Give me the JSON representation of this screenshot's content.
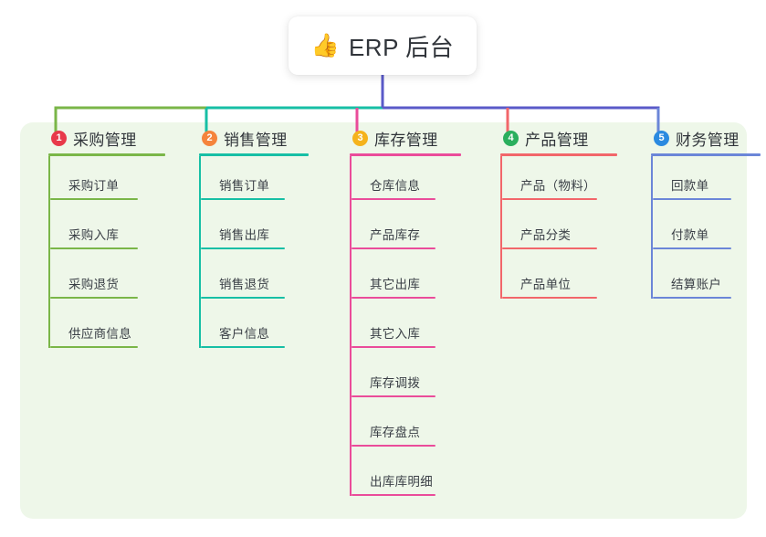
{
  "root": {
    "icon": "thumbs-up-icon",
    "emoji": "👍",
    "label": "ERP 后台"
  },
  "palette": {
    "panel_background": "#eef7e9",
    "page_background": "#ffffff",
    "text": "#30343a",
    "root_connector": "#5a5ac8",
    "trunk_green": "#7ab648",
    "trunk_teal": "#17bfa5",
    "trunk_blue": "#5a5ac8"
  },
  "columns": [
    {
      "index": "1",
      "badge_color": "#e8394a",
      "line_color": "#7ab648",
      "title": "采购管理",
      "items": [
        {
          "label": "采购订单"
        },
        {
          "label": "采购入库"
        },
        {
          "label": "采购退货"
        },
        {
          "label": "供应商信息"
        }
      ]
    },
    {
      "index": "2",
      "badge_color": "#f5843c",
      "line_color": "#17bfa5",
      "title": "销售管理",
      "items": [
        {
          "label": "销售订单"
        },
        {
          "label": "销售出库"
        },
        {
          "label": "销售退货"
        },
        {
          "label": "客户信息"
        }
      ]
    },
    {
      "index": "3",
      "badge_color": "#f5b31c",
      "line_color": "#ea4c9a",
      "title": "库存管理",
      "items": [
        {
          "label": "仓库信息"
        },
        {
          "label": "产品库存"
        },
        {
          "label": "其它出库"
        },
        {
          "label": "其它入库"
        },
        {
          "label": "库存调拨"
        },
        {
          "label": "库存盘点"
        },
        {
          "label": "出库库明细"
        }
      ]
    },
    {
      "index": "4",
      "badge_color": "#2aaf5d",
      "line_color": "#f2666a",
      "title": "产品管理",
      "items": [
        {
          "label": "产品（物料）"
        },
        {
          "label": "产品分类"
        },
        {
          "label": "产品单位"
        }
      ]
    },
    {
      "index": "5",
      "badge_color": "#2b8ae0",
      "line_color": "#6b86d8",
      "title": "财务管理",
      "items": [
        {
          "label": "回款单"
        },
        {
          "label": "付款单"
        },
        {
          "label": "结算账户"
        }
      ]
    }
  ]
}
